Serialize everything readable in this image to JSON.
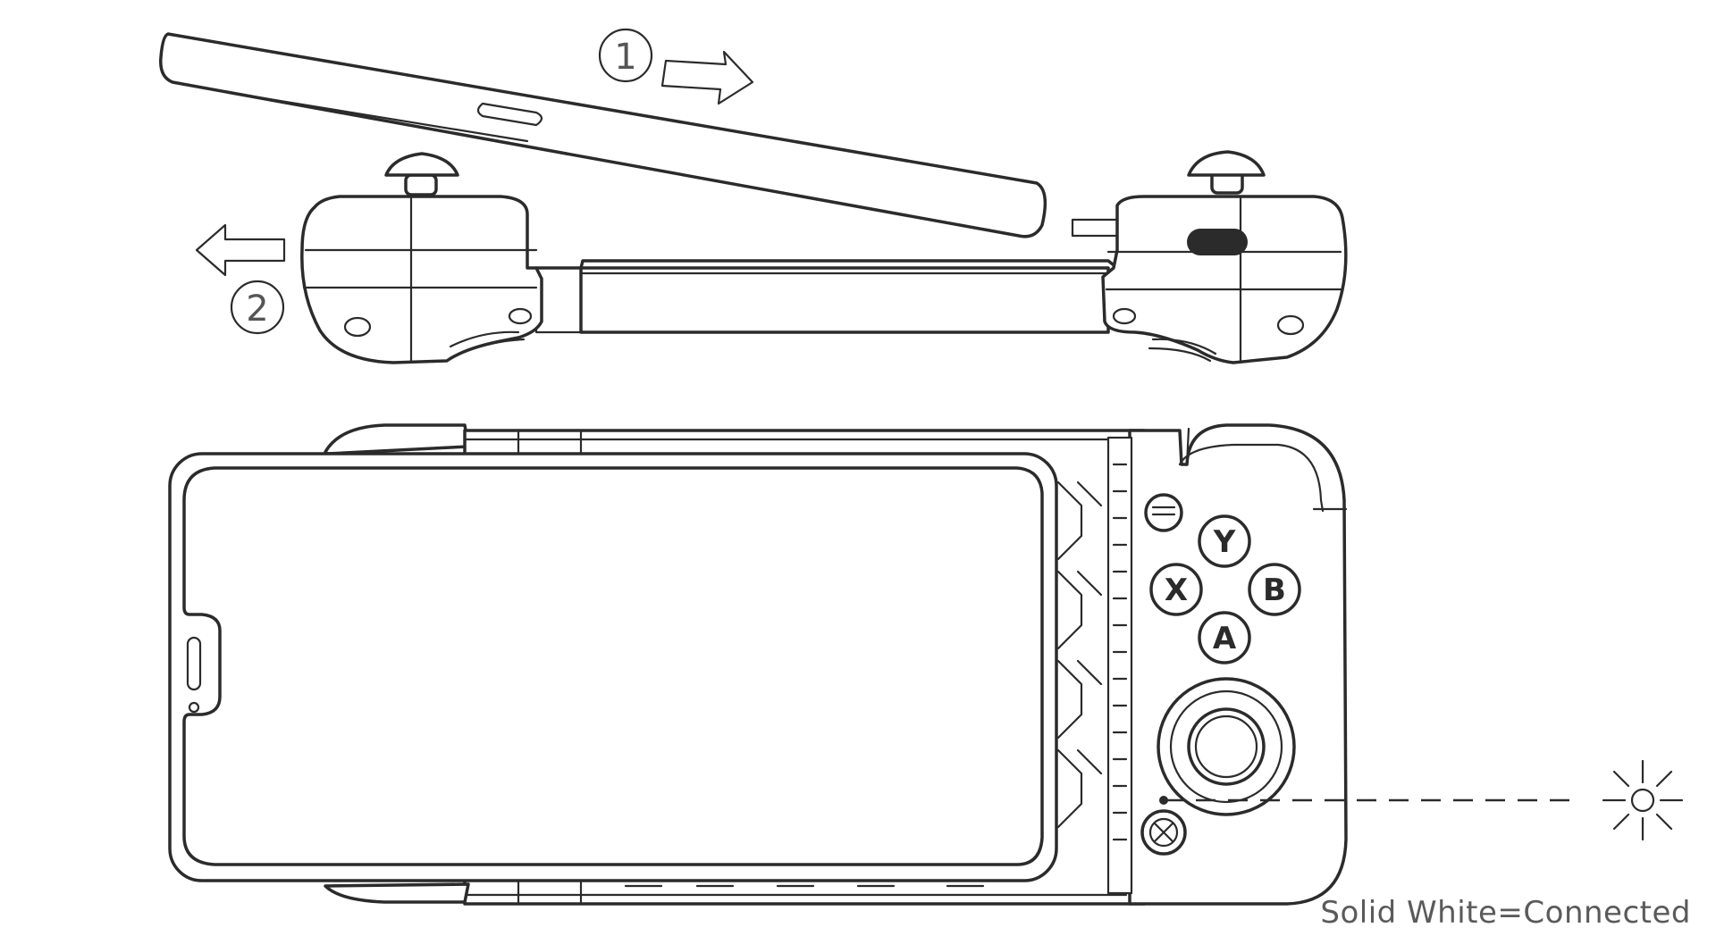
{
  "steps": {
    "step1": "1",
    "step2": "2"
  },
  "face_buttons": {
    "y": "Y",
    "x": "X",
    "b": "B",
    "a": "A"
  },
  "icons": {
    "arrow_right": "arrow-right-icon",
    "arrow_left": "arrow-left-icon",
    "led": "light-burst-icon",
    "xbox": "xbox-logo-icon"
  },
  "legend": {
    "text": "Solid White=Connected"
  }
}
